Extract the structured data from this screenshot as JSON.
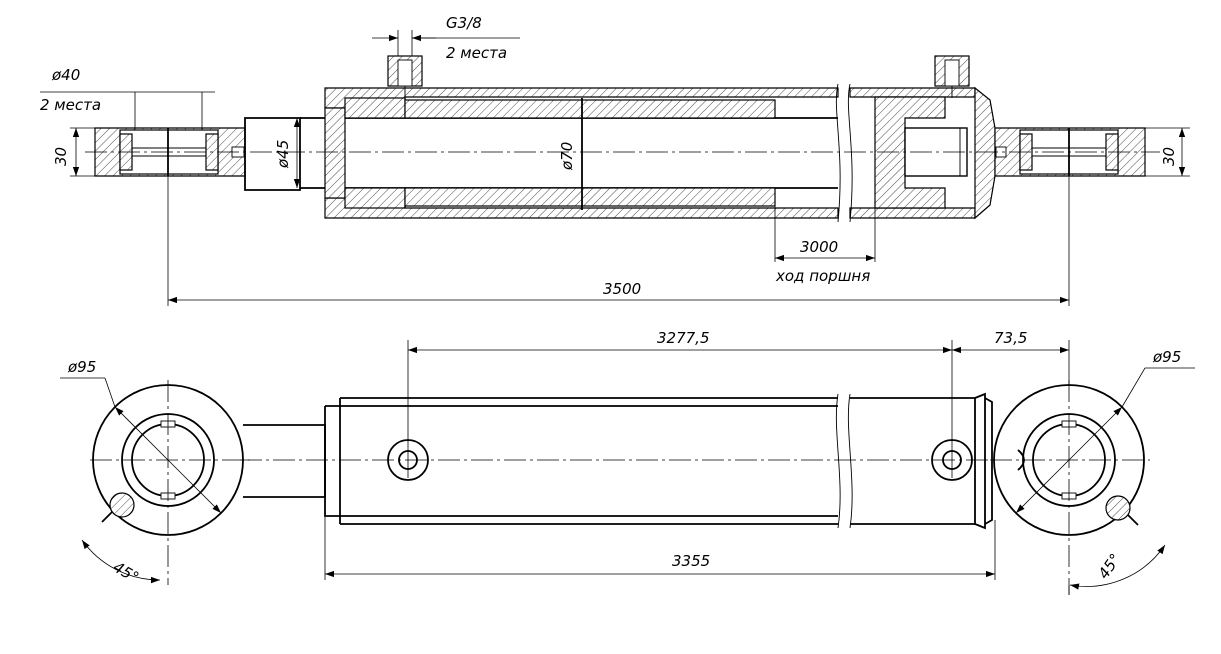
{
  "labels": {
    "port_thread": "G3/8",
    "port_count": "2 места",
    "pin_diameter": "ø40",
    "pin_count": "2 места",
    "eye_width_left": "30",
    "eye_width_right": "30",
    "rod_diameter": "ø45",
    "piston_diameter": "ø70",
    "stroke_value": "3000",
    "stroke_caption": "ход поршня",
    "pin_center_distance": "3500",
    "port_spacing": "3277,5",
    "port_to_end": "73,5",
    "eye_diameter_left": "ø95",
    "eye_diameter_right": "ø95",
    "body_length": "3355",
    "grease_angle_left": "45°",
    "grease_angle_right": "45°"
  },
  "colors": {
    "line": "#000000",
    "background": "#ffffff"
  }
}
